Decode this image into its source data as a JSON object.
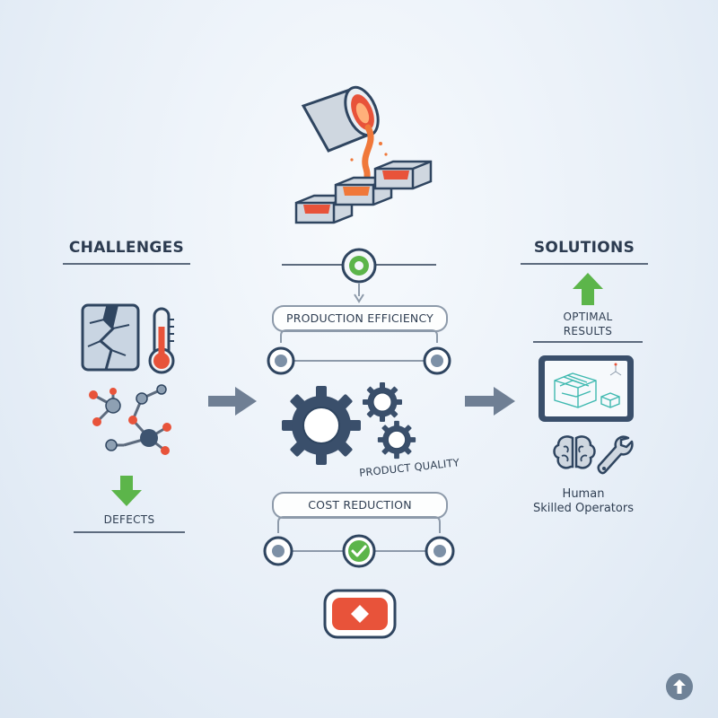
{
  "challenges": {
    "heading": "CHALLENGES",
    "defects_label": "DEFECTS"
  },
  "process": {
    "production_efficiency": "PRODUCTION EFFICIENCY",
    "product_quality": "PRODUCT QUALITY",
    "cost_reduction": "COST REDUCTION"
  },
  "solutions": {
    "heading": "SOLUTIONS",
    "optimal_line1": "OPTIMAL",
    "optimal_line2": "RESULTS",
    "human_line1": "Human",
    "human_line2": "Skilled Operators"
  },
  "colors": {
    "navy": "#2f4560",
    "slate": "#5d6b7e",
    "accent_red": "#e8533a",
    "molten_orange": "#f0783a",
    "green": "#5cb54a",
    "teal": "#3fb9b0",
    "steel": "#9aa9b8"
  }
}
